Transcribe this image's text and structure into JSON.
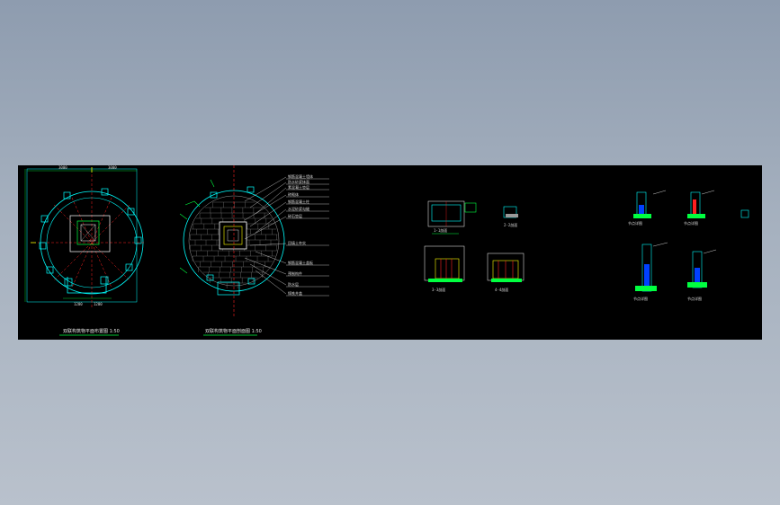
{
  "drawing": {
    "background": "#000000",
    "colors": {
      "yellow": "#ffff00",
      "red": "#ff2020",
      "cyan": "#00ffff",
      "green": "#00ff40",
      "white": "#ffffff",
      "gray": "#9a9a9a",
      "magenta": "#ff40ff"
    }
  },
  "views": {
    "plan_1": {
      "title": "双联构筑物平面布置图 1:50"
    },
    "plan_2": {
      "title": "双联构筑物平面剖面图 1:50"
    }
  },
  "callouts": [
    "钢筋混凝土墙体",
    "防水砂浆抹面",
    "素混凝土垫层",
    "砖砌体",
    "钢筋混凝土柱",
    "水泥砂浆勾缝",
    "碎石垫层",
    "回填土夯实",
    "钢筋混凝土盖板",
    "预制构件",
    "防水层",
    "铸铁井盖"
  ],
  "details": {
    "d1": "1-1剖面",
    "d2": "2-2剖面",
    "d3": "3-3剖面",
    "d4": "4-4剖面",
    "n1": "节点详图",
    "n2": "节点详图",
    "n3": "节点详图",
    "n4": "节点详图"
  }
}
